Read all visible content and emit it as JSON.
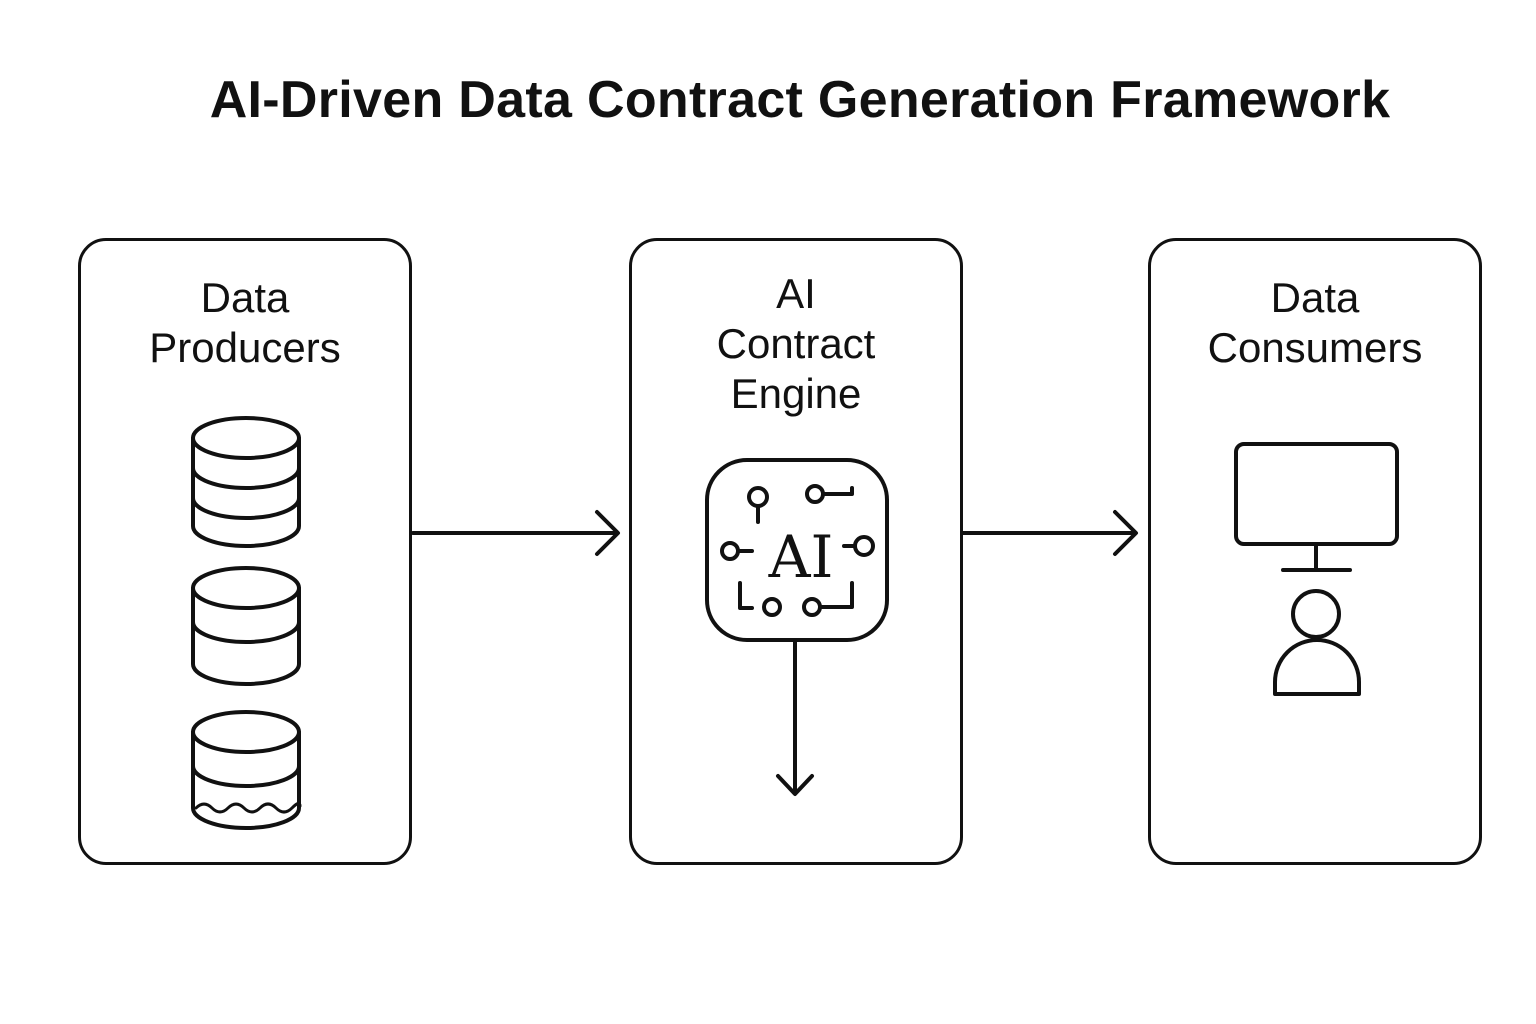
{
  "title": "AI-Driven Data Contract Generation Framework",
  "panels": {
    "producers": {
      "title": "Data\nProducers"
    },
    "engine": {
      "title": "AI\nContract\nEngine",
      "chip_label": "AI"
    },
    "consumers": {
      "title": "Data\nConsumers"
    }
  },
  "icons": {
    "producers": [
      "database-icon",
      "database-icon",
      "database-icon"
    ],
    "engine": "ai-chip-icon",
    "consumers": [
      "monitor-icon",
      "user-icon"
    ]
  },
  "colors": {
    "stroke": "#111111",
    "background": "#ffffff"
  }
}
